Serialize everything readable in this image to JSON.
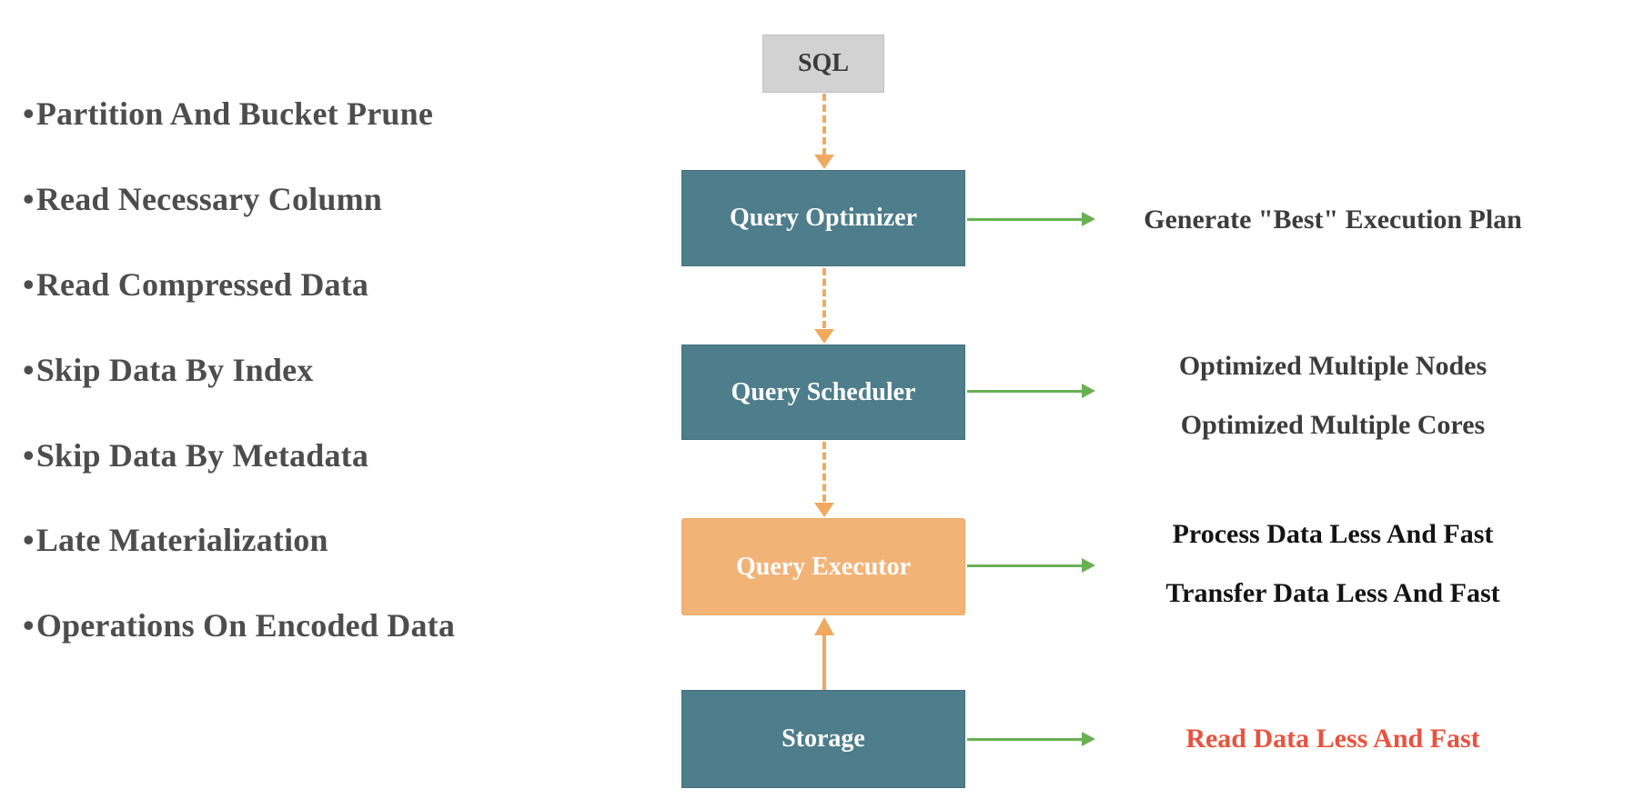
{
  "palette": {
    "teal_box": "#4e7d8c",
    "orange_box": "#f2b377",
    "gray_box": "#d2d2d2",
    "orange_arrow": "#f0a95f",
    "green_arrow": "#68b152",
    "bullet_text": "#4d4d4d",
    "label_gray": "#3c3c3c",
    "label_black": "#141414",
    "label_red": "#e85340"
  },
  "bullet_list": {
    "marker": "•",
    "items": [
      "Partition And Bucket Prune",
      "Read Necessary Column",
      "Read Compressed Data",
      "Skip Data By Index",
      "Skip Data By Metadata",
      "Late Materialization",
      "Operations On Encoded Data"
    ]
  },
  "flow": {
    "nodes": [
      {
        "id": "sql",
        "label": "SQL"
      },
      {
        "id": "query-optimizer",
        "label": "Query Optimizer"
      },
      {
        "id": "query-scheduler",
        "label": "Query Scheduler"
      },
      {
        "id": "query-executor",
        "label": "Query Executor"
      },
      {
        "id": "storage",
        "label": "Storage"
      }
    ],
    "edges": [
      {
        "from": "sql",
        "to": "query-optimizer",
        "style": "dashed-orange-down"
      },
      {
        "from": "query-optimizer",
        "to": "query-scheduler",
        "style": "dashed-orange-down"
      },
      {
        "from": "query-scheduler",
        "to": "query-executor",
        "style": "dashed-orange-down"
      },
      {
        "from": "storage",
        "to": "query-executor",
        "style": "solid-orange-up"
      }
    ]
  },
  "outputs": {
    "optimizer": {
      "line1": "Generate \"Best\" Execution Plan"
    },
    "scheduler": {
      "line1": "Optimized Multiple Nodes",
      "line2": "Optimized Multiple Cores"
    },
    "executor": {
      "line1": "Process Data Less And Fast",
      "line2": "Transfer Data Less And Fast"
    },
    "storage": {
      "line1": "Read Data Less And Fast"
    }
  }
}
